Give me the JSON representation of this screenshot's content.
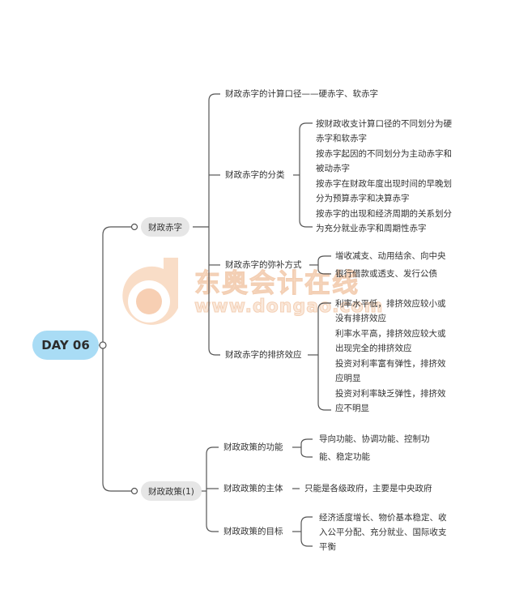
{
  "root": {
    "label": "DAY 06",
    "color": "#a9dcf5"
  },
  "branches": [
    {
      "label": "财政赤字",
      "children": [
        {
          "label": "财政赤字的计算口径",
          "connector": "——",
          "leaves": [
            "硬赤字、软赤字"
          ]
        },
        {
          "label": "财政赤字的分类",
          "leaves": [
            "按财政收支计算口径的不同划分为硬赤字和软赤字",
            "按赤字起因的不同划分为主动赤字和被动赤字",
            "按赤字在财政年度出现时间的早晚划分为预算赤字和决算赤字",
            "按赤字的出现和经济周期的关系划分为充分就业赤字和周期性赤字"
          ]
        },
        {
          "label": "财政赤字的弥补方式",
          "leaves": [
            "增收减支、动用结余、向中央",
            "银行借款或透支、发行公债"
          ]
        },
        {
          "label": "财政赤字的排挤效应",
          "leaves": [
            "利率水平低，排挤效应较小或没有排挤效应",
            "利率水平高，排挤效应较大或出现完全的排挤效应",
            "投资对利率富有弹性，排挤效应明显",
            "投资对利率缺乏弹性，排挤效应不明显"
          ]
        }
      ]
    },
    {
      "label": "财政政策(1)",
      "children": [
        {
          "label": "财政政策的功能",
          "leaves": [
            "导向功能、协调功能、控制功",
            "能、稳定功能"
          ]
        },
        {
          "label": "财政政策的主体",
          "leaves": [
            "只能是各级政府，主要是中央政府"
          ]
        },
        {
          "label": "财政政策的目标",
          "leaves": [
            "经济适度增长、物价基本稳定、收入公平分配、充分就业、国际收支平衡"
          ]
        }
      ]
    }
  ],
  "watermark": {
    "text_cn": "东奥会计在线",
    "url": "www.dongao.com",
    "color": "#f0a46a"
  },
  "colors": {
    "line": "#555555",
    "pill": "#e6e6e6",
    "text": "#333333"
  }
}
